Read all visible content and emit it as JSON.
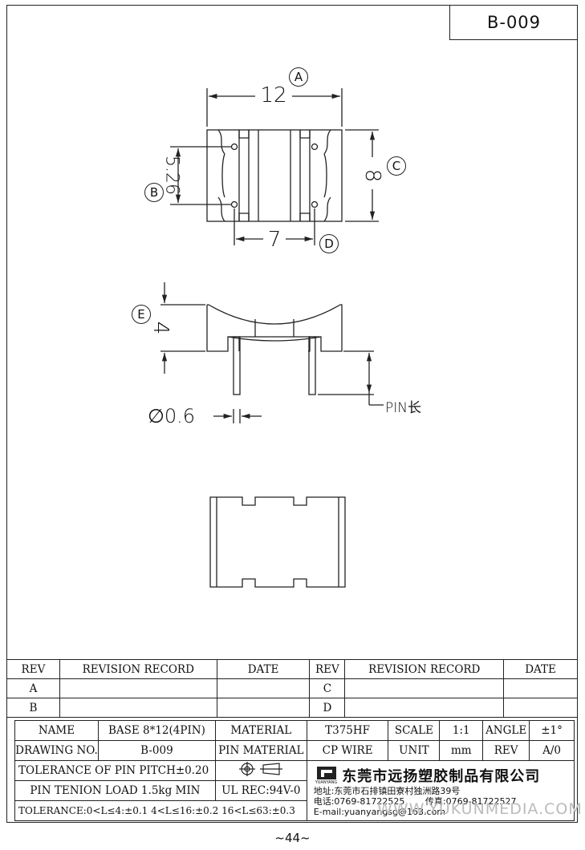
{
  "doc_number": "B-009",
  "drawing": {
    "dim_a_label": "A",
    "dim_a_value": "12",
    "dim_b_label": "B",
    "dim_b_value": "5.26",
    "dim_c_label": "C",
    "dim_c_value": "8",
    "dim_d_label": "D",
    "dim_d_value": "7",
    "dim_e_label": "E",
    "dim_e_value": "4",
    "pin_dia": "∅0.6",
    "pin_len": "PIN长"
  },
  "revision": {
    "h_rev": "REV",
    "h_record": "REVISION RECORD",
    "h_date": "DATE",
    "rows": [
      {
        "left_rev": "A",
        "right_rev": "C"
      },
      {
        "left_rev": "B",
        "right_rev": "D"
      }
    ]
  },
  "title_block": {
    "name_label": "NAME",
    "name_value": "BASE 8*12(4PIN)",
    "material_label": "MATERIAL",
    "material_value": "T375HF",
    "scale_label": "SCALE",
    "scale_value": "1:1",
    "angle_label": "ANGLE",
    "angle_value": "±1°",
    "drawing_no_label": "DRAWING NO.",
    "drawing_no_value": "B-009",
    "pin_material_label": "PIN MATERIAL",
    "pin_material_value": "CP WIRE",
    "unit_label": "UNIT",
    "unit_value": "mm",
    "rev_label": "REV",
    "rev_value": "A/0",
    "pitch_tolerance": "TOLERANCE OF PIN PITCH±0.20",
    "pin_load": "PIN TENION LOAD 1.5kg MIN",
    "ul_rec": "UL REC:94V-0",
    "tolerance": "TOLERANCE:0<L≤4:±0.1  4<L≤16:±0.2  16<L≤63:±0.3"
  },
  "company": {
    "logo_caption": "YUANYANG",
    "name": "东莞市远扬塑胶制品有限公司",
    "address": "地址:东莞市石排镇田寮村独洲路39号",
    "tel": "电话:0769-81722525",
    "fax": "传真:0769-81722527",
    "email": "E-mail:yuanyangsg@163.com"
  },
  "watermark": "WWW.YUKUNMEDIA.COM",
  "page_number": "~44~"
}
